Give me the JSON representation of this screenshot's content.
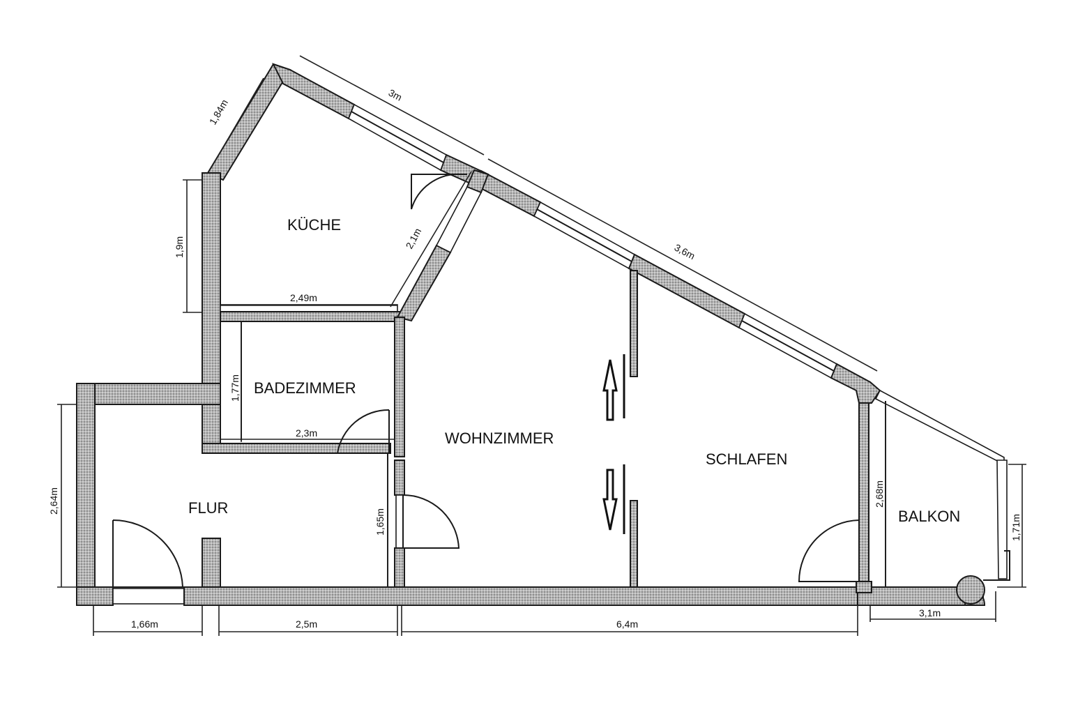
{
  "plan": {
    "rooms": [
      {
        "id": "kueche",
        "label": "KÜCHE"
      },
      {
        "id": "badezimmer",
        "label": "BADEZIMMER"
      },
      {
        "id": "wohnzimmer",
        "label": "WOHNZIMMER"
      },
      {
        "id": "schlafen",
        "label": "SCHLAFEN"
      },
      {
        "id": "flur",
        "label": "FLUR"
      },
      {
        "id": "balkon",
        "label": "BALKON"
      }
    ],
    "dimensions": {
      "kueche_diag_wall": "1,84m",
      "kueche_top_wall": "3m",
      "kueche_left": "1,9m",
      "kueche_bottom": "2,49m",
      "kueche_right_diag": "2,1m",
      "wohn_schlaf_top": "3,6m",
      "bad_height": "1,77m",
      "bad_width": "2,3m",
      "flur_height": "2,64m",
      "flur_right": "1,65m",
      "schlafen_right": "2,68m",
      "balkon_height": "1,71m",
      "bottom_flur": "1,66m",
      "bottom_bad": "2,5m",
      "bottom_wohn_schlaf": "6,4m",
      "bottom_balkon": "3,1m"
    },
    "symbols": {
      "sliding_door_up": "arrow-up",
      "sliding_door_down": "arrow-down"
    }
  }
}
